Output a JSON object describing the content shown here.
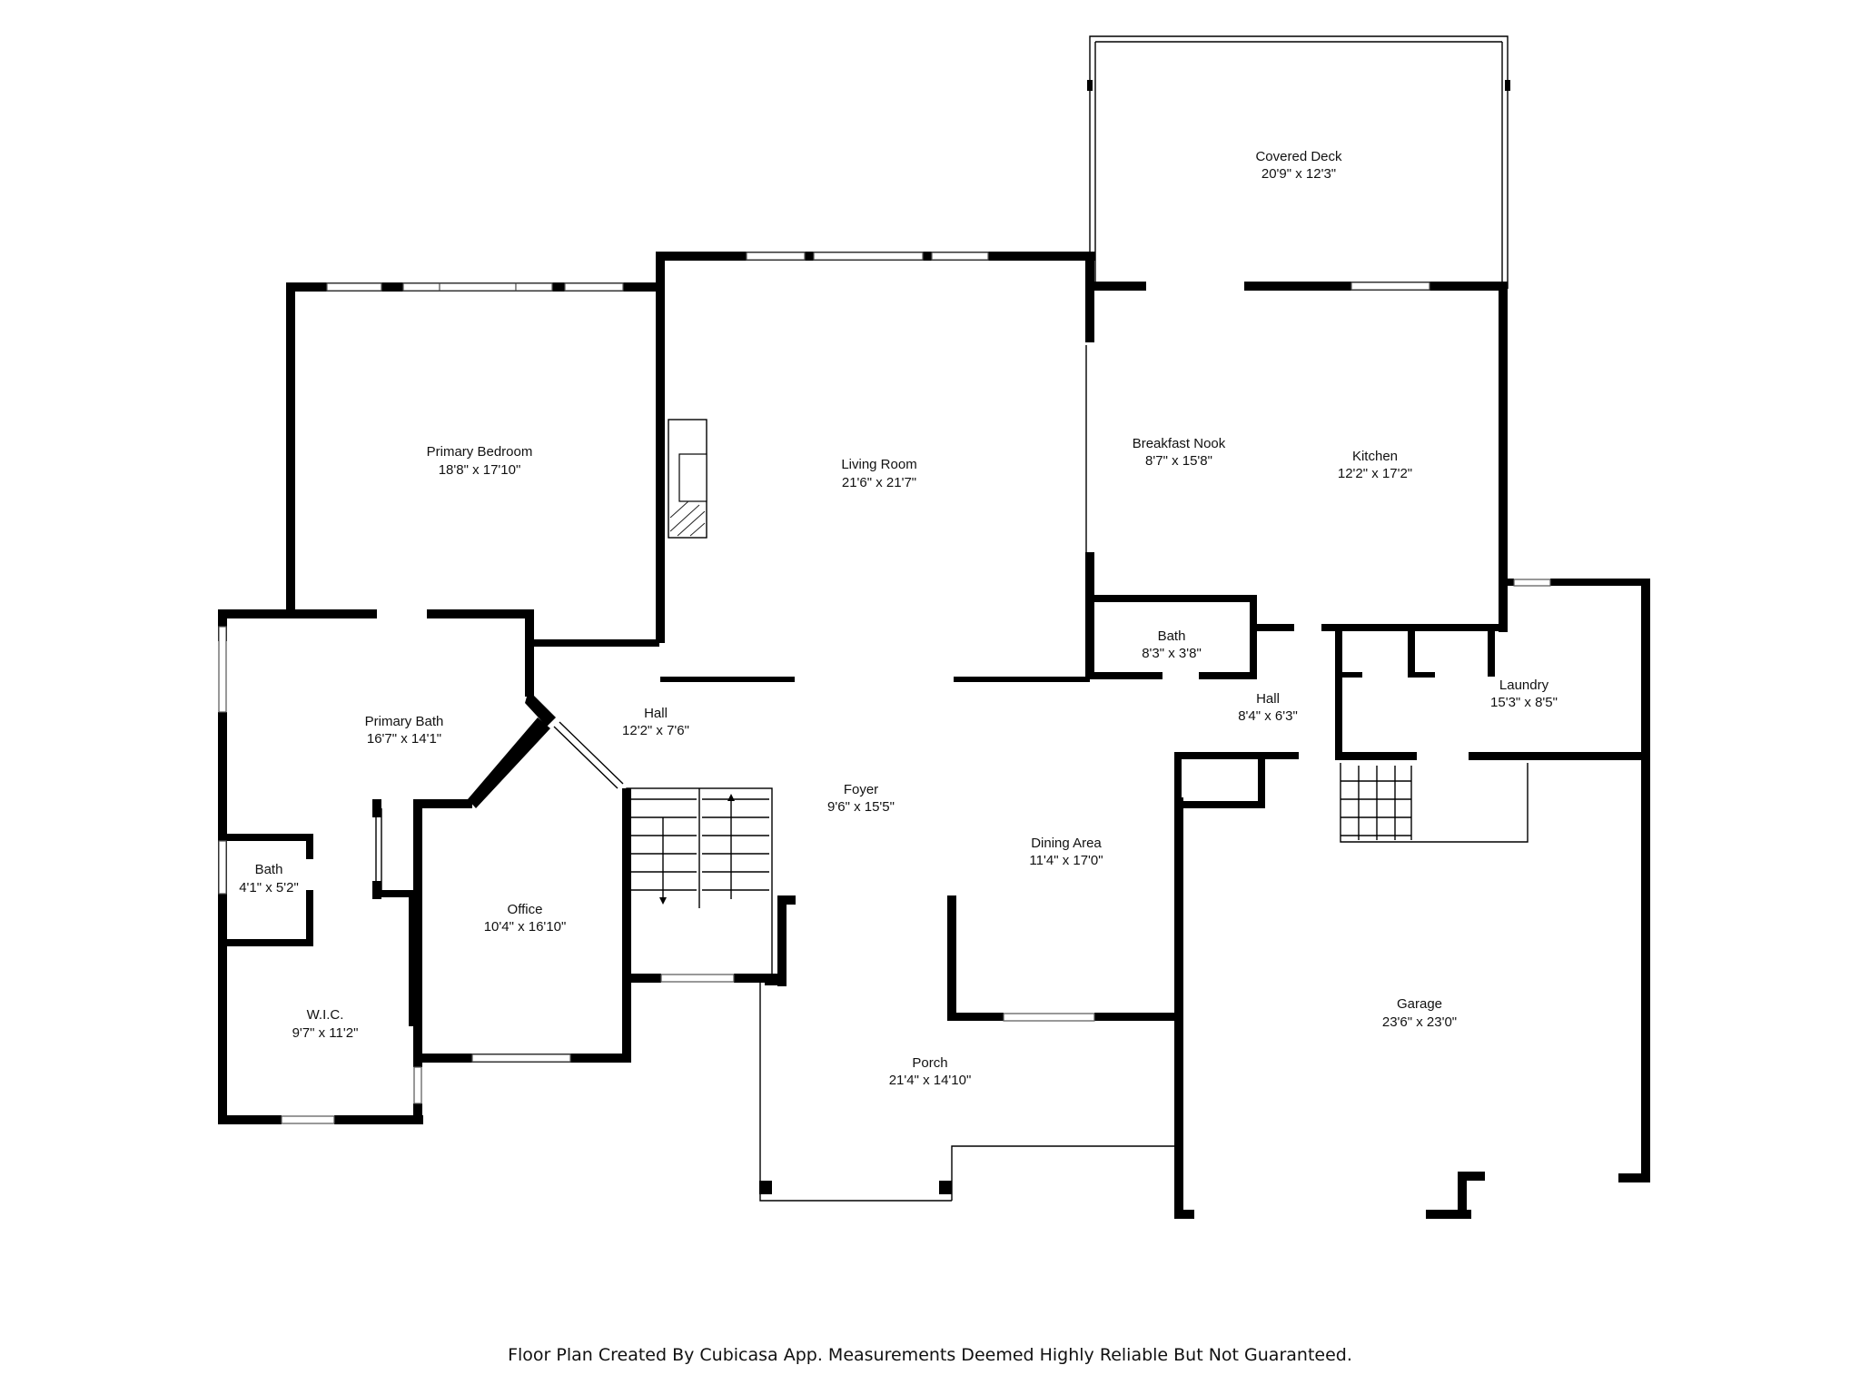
{
  "rooms": [
    {
      "id": "covered-deck",
      "name": "Covered Deck",
      "dims": "20'9\" x 12'3\""
    },
    {
      "id": "primary-bedroom",
      "name": "Primary Bedroom",
      "dims": "18'8\" x 17'10\""
    },
    {
      "id": "living-room",
      "name": "Living Room",
      "dims": "21'6\" x 21'7\""
    },
    {
      "id": "breakfast-nook",
      "name": "Breakfast Nook",
      "dims": "8'7\" x 15'8\""
    },
    {
      "id": "kitchen",
      "name": "Kitchen",
      "dims": "12'2\" x 17'2\""
    },
    {
      "id": "bath-small",
      "name": "Bath",
      "dims": "8'3\" x 3'8\""
    },
    {
      "id": "laundry",
      "name": "Laundry",
      "dims": "15'3\" x 8'5\""
    },
    {
      "id": "hall-east",
      "name": "Hall",
      "dims": "8'4\" x 6'3\""
    },
    {
      "id": "hall-west",
      "name": "Hall",
      "dims": "12'2\" x 7'6\""
    },
    {
      "id": "primary-bath",
      "name": "Primary Bath",
      "dims": "16'7\" x 14'1\""
    },
    {
      "id": "foyer",
      "name": "Foyer",
      "dims": "9'6\" x 15'5\""
    },
    {
      "id": "dining-area",
      "name": "Dining Area",
      "dims": "11'4\" x 17'0\""
    },
    {
      "id": "bath-west",
      "name": "Bath",
      "dims": "4'1\" x 5'2\""
    },
    {
      "id": "office",
      "name": "Office",
      "dims": "10'4\" x 16'10\""
    },
    {
      "id": "garage",
      "name": "Garage",
      "dims": "23'6\" x 23'0\""
    },
    {
      "id": "wic",
      "name": "W.I.C.",
      "dims": "9'7\" x 11'2\""
    },
    {
      "id": "porch",
      "name": "Porch",
      "dims": "21'4\" x 14'10\""
    }
  ],
  "footer": "Floor Plan Created By Cubicasa App. Measurements Deemed Highly Reliable But Not Guaranteed."
}
